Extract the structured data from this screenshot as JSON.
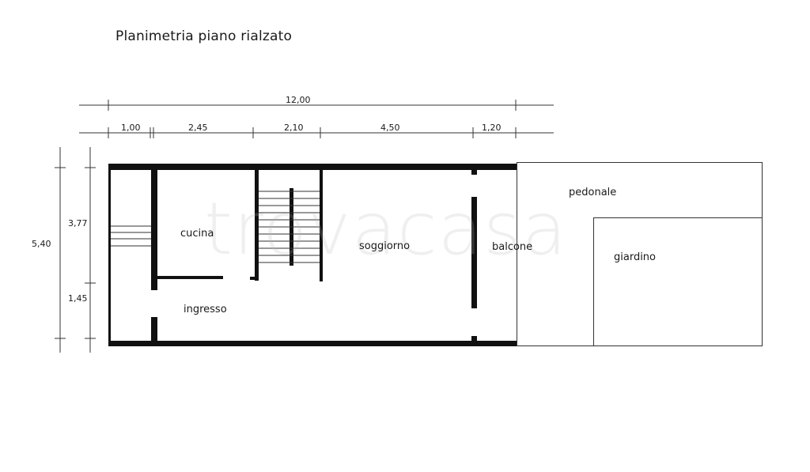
{
  "title": "Planimetria piano rialzato",
  "watermark": "trovacasa",
  "rooms": {
    "cucina": "cucina",
    "soggiorno": "soggiorno",
    "ingresso": "ingresso",
    "balcone": "balcone",
    "pedonale": "pedonale",
    "giardino": "giardino"
  },
  "dimensions": {
    "total_width": "12,00",
    "segments": [
      "1,00",
      "2,45",
      "2,10",
      "4,50",
      "1,20"
    ],
    "total_height": "5,40",
    "height_upper": "3,77",
    "height_lower": "1,45"
  }
}
